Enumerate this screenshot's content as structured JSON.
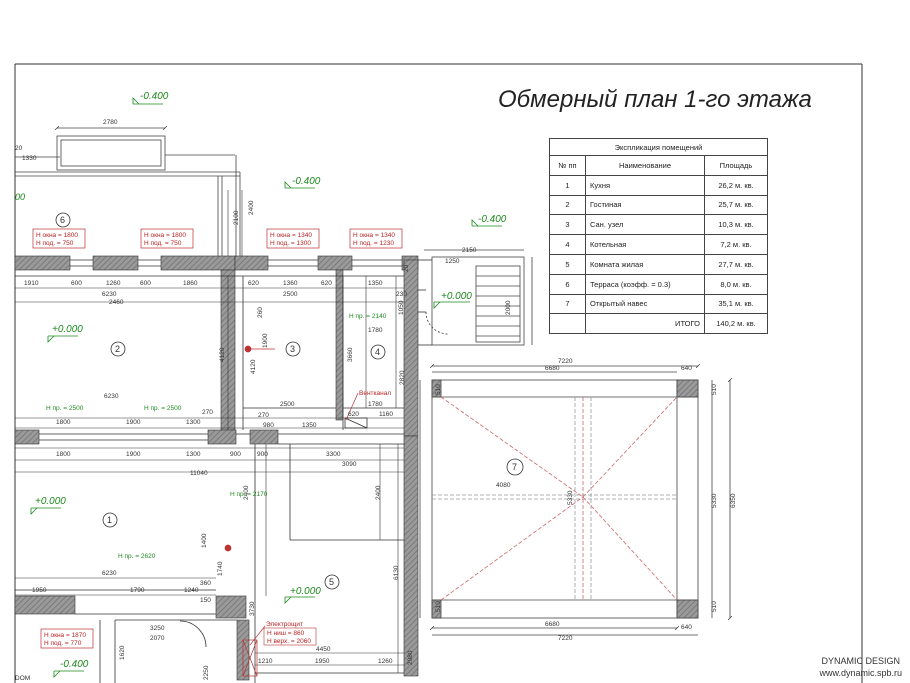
{
  "title": "Обмерный план 1-го этажа",
  "explication": {
    "caption": "Экспликация помещений",
    "headers": [
      "№ пп",
      "Наименование",
      "Площадь"
    ],
    "rows": [
      {
        "num": "1",
        "name": "Кухня",
        "area": "26,2 м. кв."
      },
      {
        "num": "2",
        "name": "Гостиная",
        "area": "25,7 м. кв."
      },
      {
        "num": "3",
        "name": "Сан. узел",
        "area": "10,3 м. кв."
      },
      {
        "num": "4",
        "name": "Котельная",
        "area": "7,2 м. кв."
      },
      {
        "num": "5",
        "name": "Комната жилая",
        "area": "27,7 м. кв."
      },
      {
        "num": "6",
        "name": "Терраса (коэфф. = 0.3)",
        "area": "8,0 м. кв."
      },
      {
        "num": "7",
        "name": "Открытый навес",
        "area": "35,1 м. кв."
      }
    ],
    "total_label": "ИТОГО",
    "total_area": "140,2 м. кв."
  },
  "brand": {
    "name": "DYNAMIC DESIGN",
    "url": "www.dynamic.spb.ru"
  },
  "levels": {
    "minus": "-0.400",
    "zero": "+0.000"
  },
  "room_markers": [
    "1",
    "2",
    "3",
    "4",
    "5",
    "6",
    "7"
  ],
  "window_notes": [
    {
      "a": "Н окна = 1800",
      "b": "Н под. = 750"
    },
    {
      "a": "Н окна = 1800",
      "b": "Н под. = 750"
    },
    {
      "a": "Н окна = 1340",
      "b": "Н под. = 1300"
    },
    {
      "a": "Н окна = 1340",
      "b": "Н под. = 1230"
    },
    {
      "a": "Н окна = 1870",
      "b": "Н под. = 770"
    }
  ],
  "opening_notes": [
    "Н пр. = 2500",
    "Н пр. = 2500",
    "Н пр. = 2140",
    "Н пр. = 2170",
    "Н пр. = 2620"
  ],
  "equipment": {
    "vent": "Вентканал",
    "panel_title": "Электрощит",
    "panel_h": "Н ниш = 860",
    "panel_v": "Н верх. = 2060"
  },
  "dims": {
    "top_a": "2780",
    "top_b": "1330",
    "top_c": "20",
    "v_2100": "2100",
    "v_2400": "2400",
    "t_2150": "2150",
    "t_1250": "1250",
    "t_2000": "2000",
    "t_1050": "1050",
    "t_230": "230",
    "t_20": "20",
    "r1": [
      "1910",
      "600",
      "1260",
      "600",
      "1860",
      "620",
      "1360",
      "620",
      "1350"
    ],
    "r2": [
      "6230",
      "2460",
      "2500",
      "260",
      "1780"
    ],
    "h_4120a": "4120",
    "h_4120b": "4120",
    "h_1900": "1900",
    "h_3660": "3660",
    "h_2820": "2820",
    "r3": [
      "6230",
      "270",
      "2500",
      "1780"
    ],
    "r4": [
      "1800",
      "1900",
      "1300",
      "270",
      "980",
      "1350",
      "620",
      "1160"
    ],
    "r5": [
      "1800",
      "1900",
      "1300",
      "900",
      "900",
      "3300"
    ],
    "r6": [
      "11040",
      "3090",
      "2400",
      "2400"
    ],
    "r7": [
      "6230",
      "360",
      "1740",
      "1400"
    ],
    "r8": [
      "1950",
      "1790",
      "1240",
      "150",
      "6130"
    ],
    "r9": [
      "3250",
      "2070",
      "1620",
      "2250",
      "3730",
      "4450",
      "1210",
      "1950",
      "1260",
      "2080"
    ],
    "canopy": [
      "7220",
      "6680",
      "640",
      "510",
      "4080",
      "5330",
      "5330",
      "6350",
      "510",
      "6680",
      "640",
      "7220",
      "510",
      "510"
    ]
  },
  "partial_labels": {
    "left": "00",
    "bottom_left": "DOM"
  }
}
